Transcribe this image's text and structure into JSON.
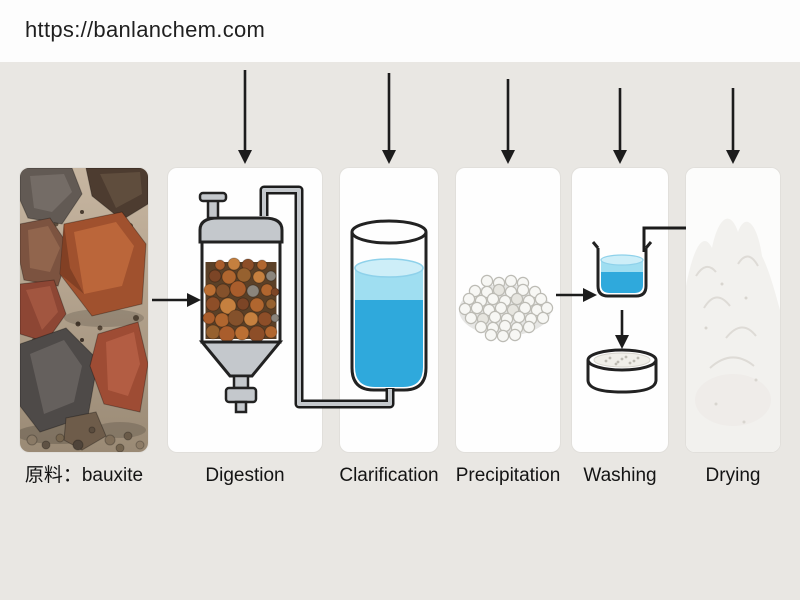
{
  "header": {
    "url": "https://banlanchem.com"
  },
  "process": {
    "stages": [
      {
        "label": "原料：bauxite",
        "illustration": "bauxite-rocks-photo"
      },
      {
        "label": "Digestion",
        "illustration": "digester-vessel"
      },
      {
        "label": "Clarification",
        "illustration": "tall-beaker-blue-liquid"
      },
      {
        "label": "Precipitation",
        "illustration": "white-pellet-cluster"
      },
      {
        "label": "Washing",
        "illustration": "small-beaker-arrow-dish"
      },
      {
        "label": "Drying",
        "illustration": "white-powder-heap"
      }
    ]
  },
  "colors": {
    "background": "#e9e7e3",
    "header_background": "#fdfdfd",
    "panel_background": "#fefefe",
    "arrow_black": "#1c1c1c",
    "pipe_gray": "#c4c8cc",
    "liquid_light_blue": "#9fdef1",
    "liquid_deep_blue": "#2fa9dc",
    "ore_brown": "#a0512e"
  }
}
